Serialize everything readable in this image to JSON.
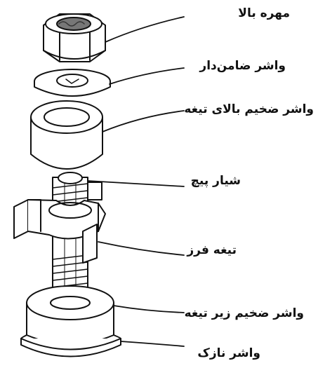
{
  "labels": {
    "top_nut": "مهره بالا",
    "lock_washer": "واشر ضامن‌دار",
    "upper_blade_washer": "واشر ضخیم بالای تیغه",
    "screw_groove": "شیار پیچ",
    "fz_blade": "تیغه فرز",
    "lower_blade_washer": "واشر ضخیم زیر تیغه",
    "thin_washer": "واشر نازک"
  }
}
